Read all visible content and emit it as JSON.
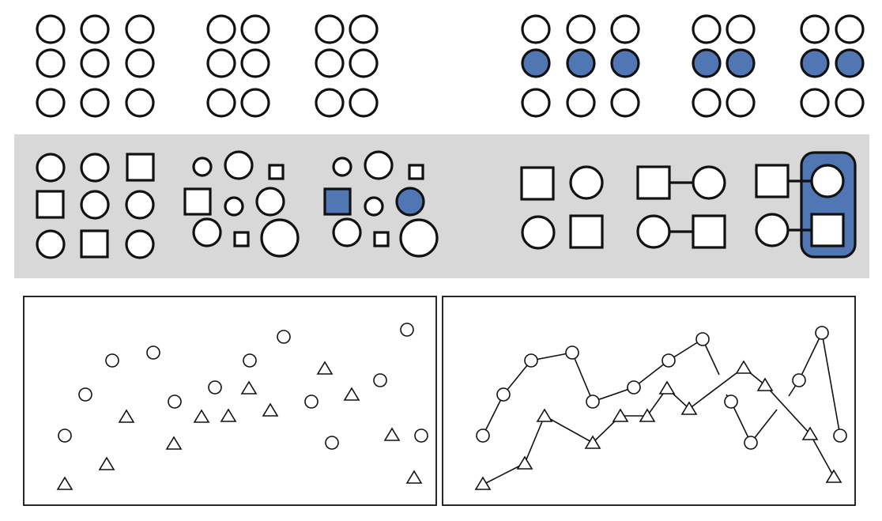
{
  "colors": {
    "accent": "#5077b3",
    "band": "#d8d8d8",
    "stroke": "#111111",
    "background": "#ffffff"
  },
  "figure": {
    "panels": [
      "proximity-dots-separated",
      "proximity-dots-colored",
      "shape-similarity",
      "size-similarity",
      "size-with-color",
      "connectedness-plain",
      "connectedness-lines",
      "connectedness-enclosure",
      "scatter-points",
      "scatter-connected-lines"
    ]
  }
}
